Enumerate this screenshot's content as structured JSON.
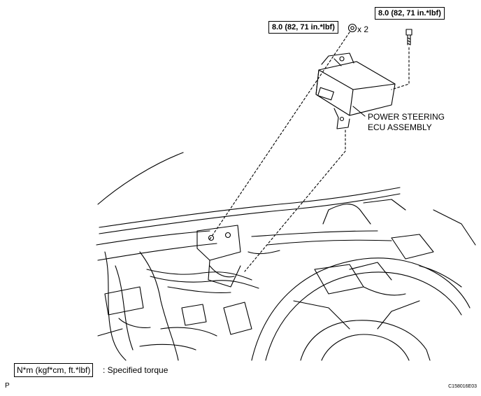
{
  "torque_specs": {
    "nut": "8.0 (82, 71 in.*lbf)",
    "bolt": "8.0 (82, 71 in.*lbf)"
  },
  "nut_quantity": "x 2",
  "part_label": {
    "line1": "POWER STEERING",
    "line2": "ECU ASSEMBLY"
  },
  "legend": {
    "units": "N*m (kgf*cm, ft.*lbf)",
    "description": ": Specified torque"
  },
  "page_mark": "P",
  "figure_id": "C158016E03"
}
